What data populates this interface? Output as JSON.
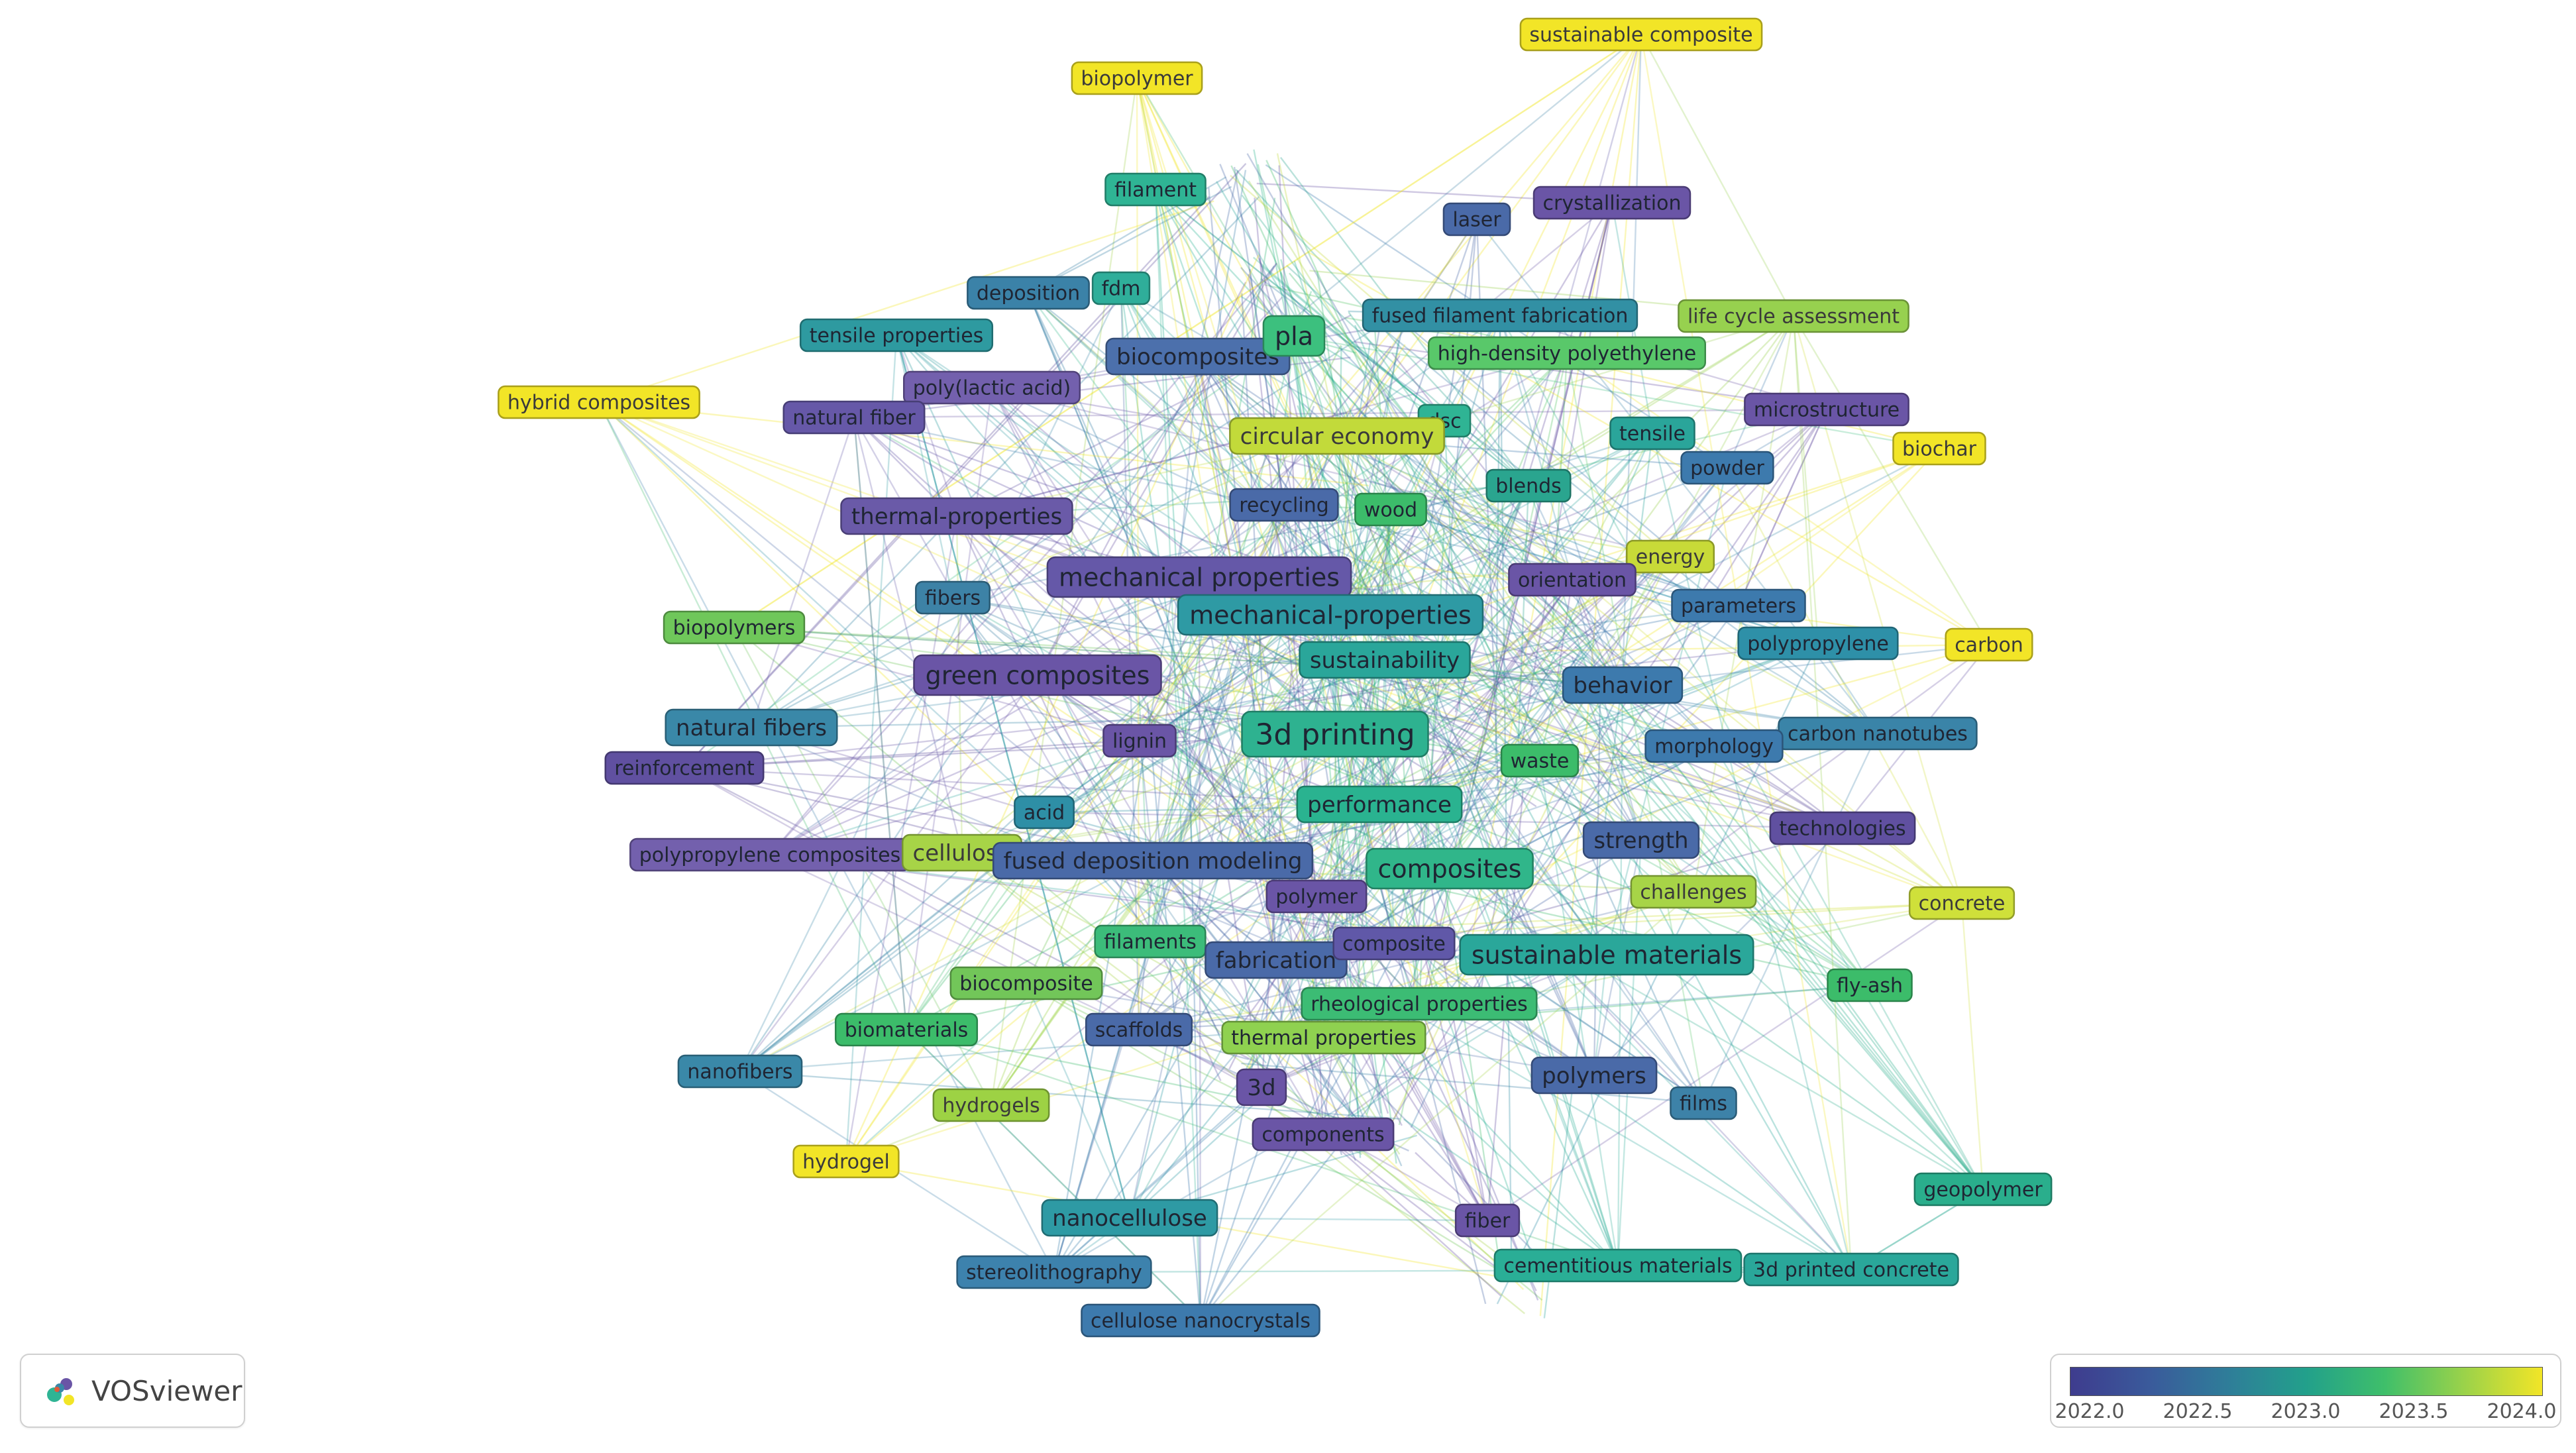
{
  "brand": {
    "name": "VOSviewer",
    "logo_icon": "vosviewer-logo-icon"
  },
  "color_scale": {
    "stops": [
      "#3e3c8e",
      "#3a5a9b",
      "#2f7d99",
      "#22a08b",
      "#3fbf6a",
      "#9ad24a",
      "#f2e527"
    ],
    "ticks": [
      "2022.0",
      "2022.5",
      "2023.0",
      "2023.5",
      "2024.0"
    ]
  },
  "nodes": [
    {
      "id": 0,
      "label": "sustainable composite",
      "color": "#f2e527",
      "size": 1
    },
    {
      "id": 1,
      "label": "biopolymer",
      "color": "#f2e527",
      "size": 1
    },
    {
      "id": 2,
      "label": "filament",
      "color": "#2fb494",
      "size": 1
    },
    {
      "id": 3,
      "label": "laser",
      "color": "#4a6aa8",
      "size": 1
    },
    {
      "id": 4,
      "label": "crystallization",
      "color": "#6a55a6",
      "size": 1
    },
    {
      "id": 5,
      "label": "deposition",
      "color": "#3b82a8",
      "size": 1
    },
    {
      "id": 6,
      "label": "fdm",
      "color": "#2fae9a",
      "size": 1
    },
    {
      "id": 7,
      "label": "fused filament fabrication",
      "color": "#3290a4",
      "size": 1
    },
    {
      "id": 8,
      "label": "life cycle assessment",
      "color": "#97d14f",
      "size": 1
    },
    {
      "id": 9,
      "label": "tensile properties",
      "color": "#2e9aa0",
      "size": 1
    },
    {
      "id": 10,
      "label": "biocomposites",
      "color": "#4c70ac",
      "size": 2
    },
    {
      "id": 11,
      "label": "pla",
      "color": "#3cc07e",
      "size": 3
    },
    {
      "id": 12,
      "label": "high-density polyethylene",
      "color": "#59c86a",
      "size": 1
    },
    {
      "id": 13,
      "label": "poly(lactic acid)",
      "color": "#7360ad",
      "size": 1
    },
    {
      "id": 14,
      "label": "hybrid composites",
      "color": "#f2e527",
      "size": 1
    },
    {
      "id": 15,
      "label": "natural fiber",
      "color": "#6658a8",
      "size": 1
    },
    {
      "id": 16,
      "label": "dsc",
      "color": "#2fb494",
      "size": 1
    },
    {
      "id": 17,
      "label": "microstructure",
      "color": "#6a55a6",
      "size": 1
    },
    {
      "id": 18,
      "label": "circular economy",
      "color": "#c2da3a",
      "size": 2
    },
    {
      "id": 19,
      "label": "tensile",
      "color": "#2aa59a",
      "size": 1
    },
    {
      "id": 20,
      "label": "biochar",
      "color": "#f2e527",
      "size": 1
    },
    {
      "id": 21,
      "label": "powder",
      "color": "#3d7aad",
      "size": 1
    },
    {
      "id": 22,
      "label": "blends",
      "color": "#2aa58f",
      "size": 1
    },
    {
      "id": 23,
      "label": "recycling",
      "color": "#4a6aa8",
      "size": 1
    },
    {
      "id": 24,
      "label": "wood",
      "color": "#3cbc6a",
      "size": 1
    },
    {
      "id": 25,
      "label": "thermal-properties",
      "color": "#6a5aa8",
      "size": 2
    },
    {
      "id": 26,
      "label": "energy",
      "color": "#c8da38",
      "size": 1
    },
    {
      "id": 27,
      "label": "mechanical properties",
      "color": "#6558a8",
      "size": 3
    },
    {
      "id": 28,
      "label": "orientation",
      "color": "#6a55a6",
      "size": 1
    },
    {
      "id": 29,
      "label": "fibers",
      "color": "#3d82a6",
      "size": 1
    },
    {
      "id": 30,
      "label": "parameters",
      "color": "#3d7aad",
      "size": 1
    },
    {
      "id": 31,
      "label": "biopolymers",
      "color": "#6fc75a",
      "size": 1
    },
    {
      "id": 32,
      "label": "mechanical-properties",
      "color": "#2e9aa4",
      "size": 3
    },
    {
      "id": 33,
      "label": "polypropylene",
      "color": "#2e90a8",
      "size": 1
    },
    {
      "id": 34,
      "label": "carbon",
      "color": "#f2e527",
      "size": 1
    },
    {
      "id": 35,
      "label": "sustainability",
      "color": "#2aa69a",
      "size": 2
    },
    {
      "id": 36,
      "label": "green composites",
      "color": "#6a55a6",
      "size": 3
    },
    {
      "id": 37,
      "label": "behavior",
      "color": "#3d7aad",
      "size": 2
    },
    {
      "id": 38,
      "label": "natural fibers",
      "color": "#3a88a8",
      "size": 2
    },
    {
      "id": 39,
      "label": "lignin",
      "color": "#6a55a6",
      "size": 1
    },
    {
      "id": 40,
      "label": "3d printing",
      "color": "#2eb290",
      "size": 4
    },
    {
      "id": 41,
      "label": "carbon nanotubes",
      "color": "#3a84a8",
      "size": 1
    },
    {
      "id": 42,
      "label": "reinforcement",
      "color": "#6050a0",
      "size": 1
    },
    {
      "id": 43,
      "label": "waste",
      "color": "#3cbc6a",
      "size": 1
    },
    {
      "id": 44,
      "label": "morphology",
      "color": "#3d7aad",
      "size": 1
    },
    {
      "id": 45,
      "label": "performance",
      "color": "#2ab390",
      "size": 2
    },
    {
      "id": 46,
      "label": "acid",
      "color": "#2e8fa6",
      "size": 1
    },
    {
      "id": 47,
      "label": "technologies",
      "color": "#6050a0",
      "size": 1
    },
    {
      "id": 48,
      "label": "strength",
      "color": "#4a6aa8",
      "size": 2
    },
    {
      "id": 49,
      "label": "polypropylene composites",
      "color": "#7360ad",
      "size": 1
    },
    {
      "id": 50,
      "label": "cellulose",
      "color": "#a7d447",
      "size": 2
    },
    {
      "id": 51,
      "label": "fused deposition modeling",
      "color": "#4a6aa8",
      "size": 2
    },
    {
      "id": 52,
      "label": "composites",
      "color": "#30b68a",
      "size": 3
    },
    {
      "id": 53,
      "label": "polymer",
      "color": "#6a55a6",
      "size": 1
    },
    {
      "id": 54,
      "label": "challenges",
      "color": "#a7d447",
      "size": 1
    },
    {
      "id": 55,
      "label": "concrete",
      "color": "#cfe03a",
      "size": 1
    },
    {
      "id": 56,
      "label": "filaments",
      "color": "#3cbc7a",
      "size": 1
    },
    {
      "id": 57,
      "label": "fabrication",
      "color": "#4a6aa8",
      "size": 2
    },
    {
      "id": 58,
      "label": "composite",
      "color": "#6058a8",
      "size": 1
    },
    {
      "id": 59,
      "label": "sustainable materials",
      "color": "#2aa79a",
      "size": 3
    },
    {
      "id": 60,
      "label": "biocomposite",
      "color": "#72c659",
      "size": 1
    },
    {
      "id": 61,
      "label": "rheological properties",
      "color": "#3cbc74",
      "size": 1
    },
    {
      "id": 62,
      "label": "fly-ash",
      "color": "#3cbc6a",
      "size": 1
    },
    {
      "id": 63,
      "label": "biomaterials",
      "color": "#3cbc6a",
      "size": 1
    },
    {
      "id": 64,
      "label": "scaffolds",
      "color": "#4a6aa8",
      "size": 1
    },
    {
      "id": 65,
      "label": "thermal properties",
      "color": "#8fd150",
      "size": 1
    },
    {
      "id": 66,
      "label": "nanofibers",
      "color": "#3a88a8",
      "size": 1
    },
    {
      "id": 67,
      "label": "3d",
      "color": "#6a55a6",
      "size": 2
    },
    {
      "id": 68,
      "label": "polymers",
      "color": "#4a6aa8",
      "size": 2
    },
    {
      "id": 69,
      "label": "hydrogels",
      "color": "#9dd244",
      "size": 1
    },
    {
      "id": 70,
      "label": "films",
      "color": "#3d82a8",
      "size": 1
    },
    {
      "id": 71,
      "label": "components",
      "color": "#6a55a6",
      "size": 1
    },
    {
      "id": 72,
      "label": "hydrogel",
      "color": "#f2e527",
      "size": 1
    },
    {
      "id": 73,
      "label": "geopolymer",
      "color": "#2aae8c",
      "size": 1
    },
    {
      "id": 74,
      "label": "nanocellulose",
      "color": "#2e9aa4",
      "size": 2
    },
    {
      "id": 75,
      "label": "fiber",
      "color": "#6a55a6",
      "size": 1
    },
    {
      "id": 76,
      "label": "cementitious materials",
      "color": "#2aae96",
      "size": 1
    },
    {
      "id": 77,
      "label": "3d printed concrete",
      "color": "#2aa79a",
      "size": 1
    },
    {
      "id": 78,
      "label": "stereolithography",
      "color": "#3d82ad",
      "size": 1
    },
    {
      "id": 79,
      "label": "cellulose nanocrystals",
      "color": "#3d7aad",
      "size": 1
    }
  ]
}
